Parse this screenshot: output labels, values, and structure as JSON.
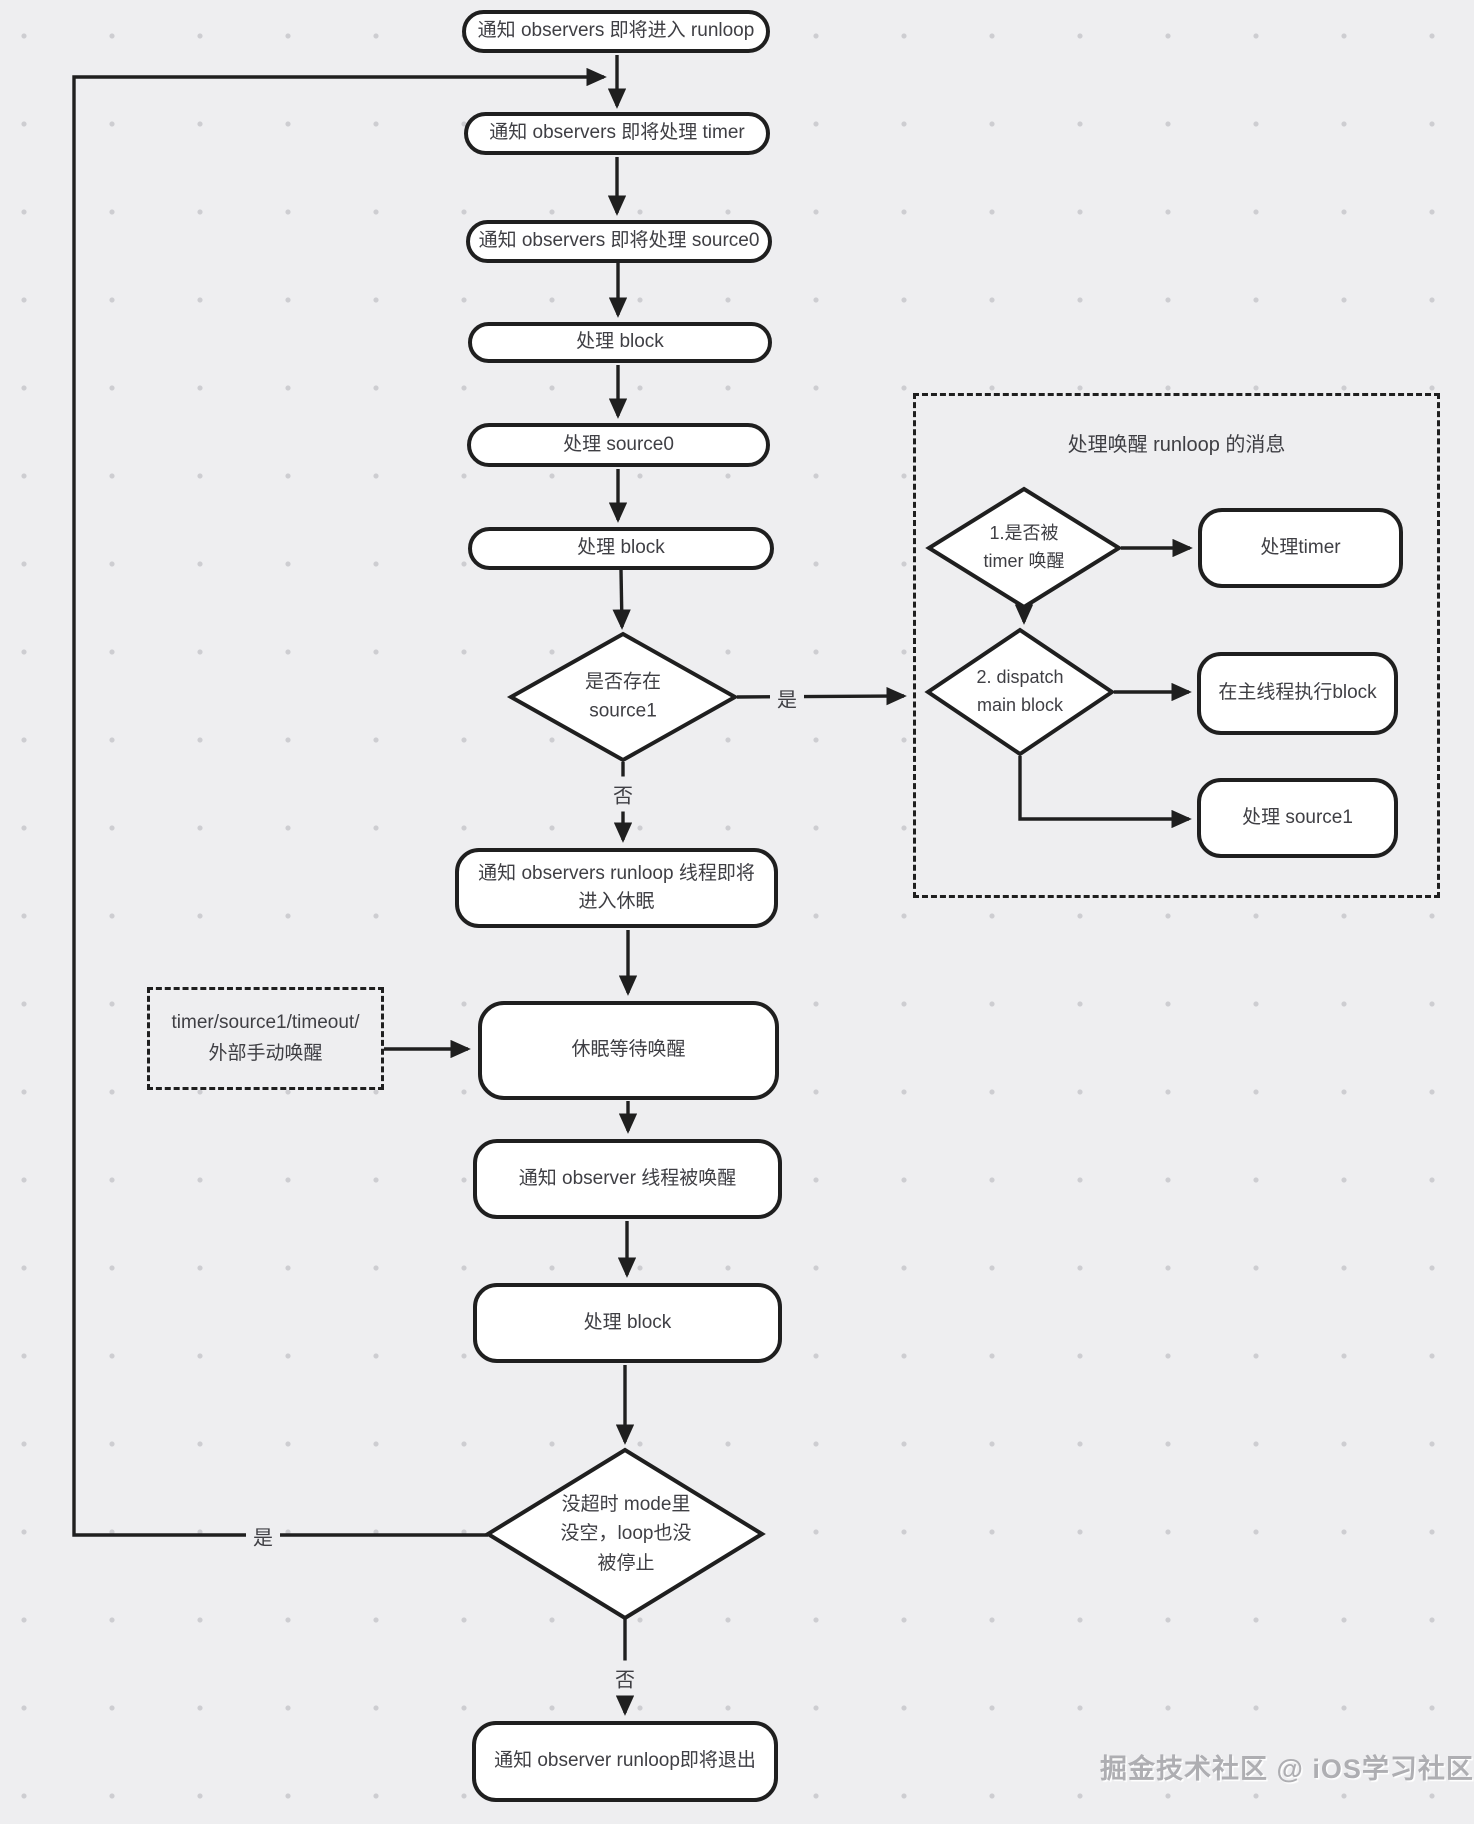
{
  "page": {
    "background": "#eeeef0",
    "dot_color": "#cdcdd1"
  },
  "colors": {
    "bg": "#eeeef0",
    "line": "#1f1f1f",
    "fill": "#ffffff",
    "text": "#3f3f44",
    "dot": "#cdcdd1"
  },
  "nodes": {
    "enter": {
      "label": "通知 observers 即将进入 runloop"
    },
    "before_timers": {
      "label": "通知 observers 即将处理 timer"
    },
    "before_sources": {
      "label": "通知 observers 即将处理 source0"
    },
    "block1": {
      "label": "处理 block"
    },
    "source0": {
      "label": "处理 source0"
    },
    "block2": {
      "label": "处理 block"
    },
    "has_source1": {
      "label": "是否存在\nsource1"
    },
    "before_waiting": {
      "label": "通知 observers runloop 线程即将\n进入休眠"
    },
    "wake_note": {
      "label": "timer/source1/timeout/\n外部手动唤醒"
    },
    "sleep": {
      "label": "休眠等待唤醒"
    },
    "after_waiting": {
      "label": "通知 observer 线程被唤醒"
    },
    "block3": {
      "label": "处理 block"
    },
    "keep_going": {
      "label": "没超时 mode里\n没空，loop也没\n被停止"
    },
    "exit": {
      "label": "通知 observer runloop即将退出"
    }
  },
  "group": {
    "title": "处理唤醒 runloop 的消息",
    "timer_wake": {
      "label": "1.是否被\ntimer 唤醒"
    },
    "dispatch_main": {
      "label": "2. dispatch\nmain block"
    },
    "handle_timer": {
      "label": "处理timer"
    },
    "main_thread_block": {
      "label": "在主线程执行block"
    },
    "handle_source1": {
      "label": "处理 source1"
    }
  },
  "edge_labels": {
    "source1_yes": "是",
    "source1_no": "否",
    "loop_yes": "是",
    "loop_no": "否"
  },
  "watermark": {
    "text": "掘金技术社区 @ iOS学习社区"
  }
}
